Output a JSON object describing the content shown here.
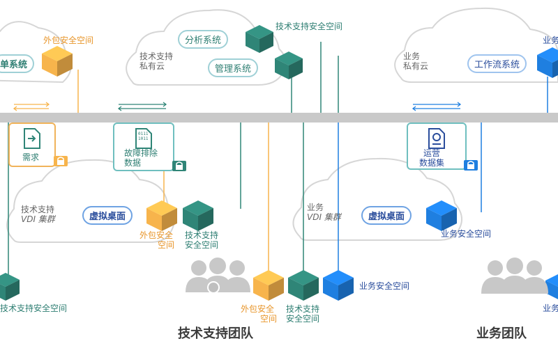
{
  "clouds": {
    "left_top_system": "单系统",
    "tech_private_cloud": [
      "技术支持",
      "私有云"
    ],
    "analysis_system": "分析系统",
    "management_system": "管理系统",
    "business_private_cloud": [
      "业务",
      "私有云"
    ],
    "workflow_system": "工作流系统",
    "tech_vdi": [
      "技术支持",
      "VDI 集群"
    ],
    "business_vdi": [
      "业务",
      "VDI 集群"
    ],
    "virtual_desktop_1": "虚拟桌面",
    "virtual_desktop_2": "虚拟桌面"
  },
  "labels": {
    "outsource_space_top": "外包安全空间",
    "tech_space_top": "技术支持安全空间",
    "business_top_right": "业务",
    "outsource_space_mid": [
      "外包安全",
      "空间"
    ],
    "tech_space_mid": [
      "技术支持",
      "安全空间"
    ],
    "business_space_mid": "业务安全空间",
    "tech_space_left_bottom": "技术支持安全空间",
    "outsource_space_bottom": [
      "外包安全",
      "空间"
    ],
    "tech_space_bottom": [
      "技术支持",
      "安全空间"
    ],
    "business_space_bottom": "业务安全空间",
    "business_right_bottom": "业务"
  },
  "docs": {
    "requirements": "需求",
    "troubleshooting_data": [
      "故障排除",
      "数据"
    ],
    "operations_dataset": [
      "运营",
      "数据集"
    ],
    "binary_text": [
      "0111",
      "1011"
    ]
  },
  "teams": {
    "tech_team": "技术支持团队",
    "business_team": "业务团队"
  },
  "colors": {
    "orange": "#f7b44c",
    "teal": "#2f8577",
    "blue": "#1f7fe0",
    "bus": "#c9c9c9",
    "cloud_line": "#d6d6d6",
    "people": "#c8c8c8"
  },
  "icons": [
    "cloud-icon",
    "cube-icon",
    "lock-icon",
    "document-icon",
    "arrow-icon",
    "people-icon",
    "gear-icon"
  ]
}
